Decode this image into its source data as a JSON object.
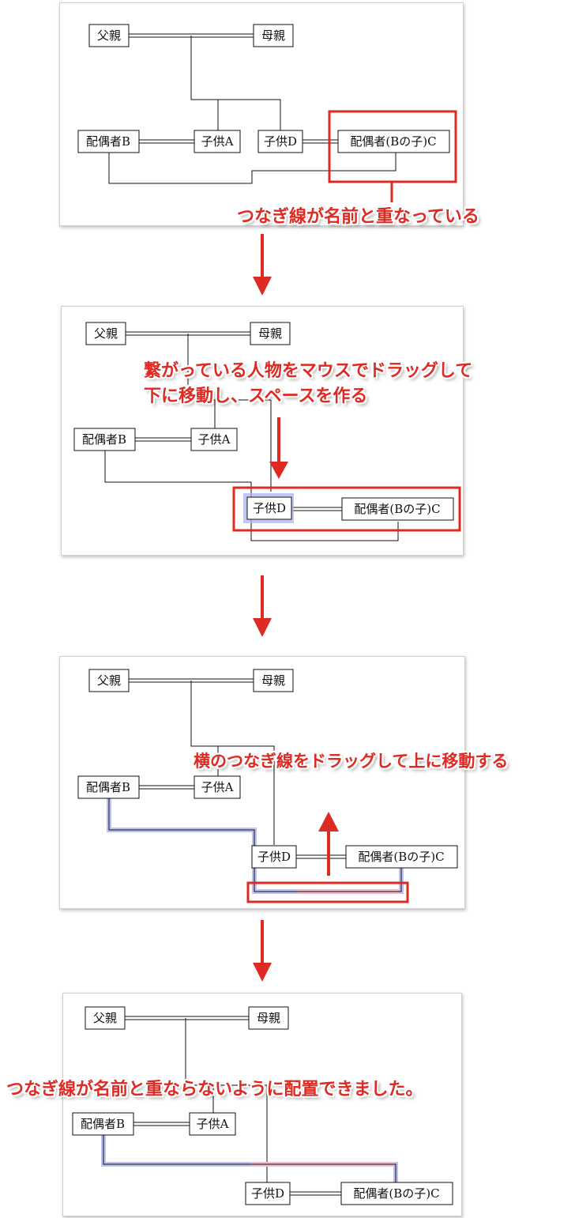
{
  "nodes": {
    "father": "父親",
    "mother": "母親",
    "spouse_b": "配偶者B",
    "child_a": "子供A",
    "child_d": "子供D",
    "spouse_c": "配偶者(Bの子)C"
  },
  "captions": {
    "step1": "つなぎ線が名前と重なっている",
    "step2_line1": "繋がっている人物をマウスでドラッグして",
    "step2_line2": "下に移動し、スペースを作る",
    "step3": "横のつなぎ線をドラッグして上に移動する",
    "step4": "つなぎ線が名前と重ならないように配置できました。"
  },
  "colors": {
    "annotation_red": "#dd2b24",
    "selection_blue": "#aeb3ee",
    "selection_pink": "#f2bccb",
    "line": "#111111"
  }
}
